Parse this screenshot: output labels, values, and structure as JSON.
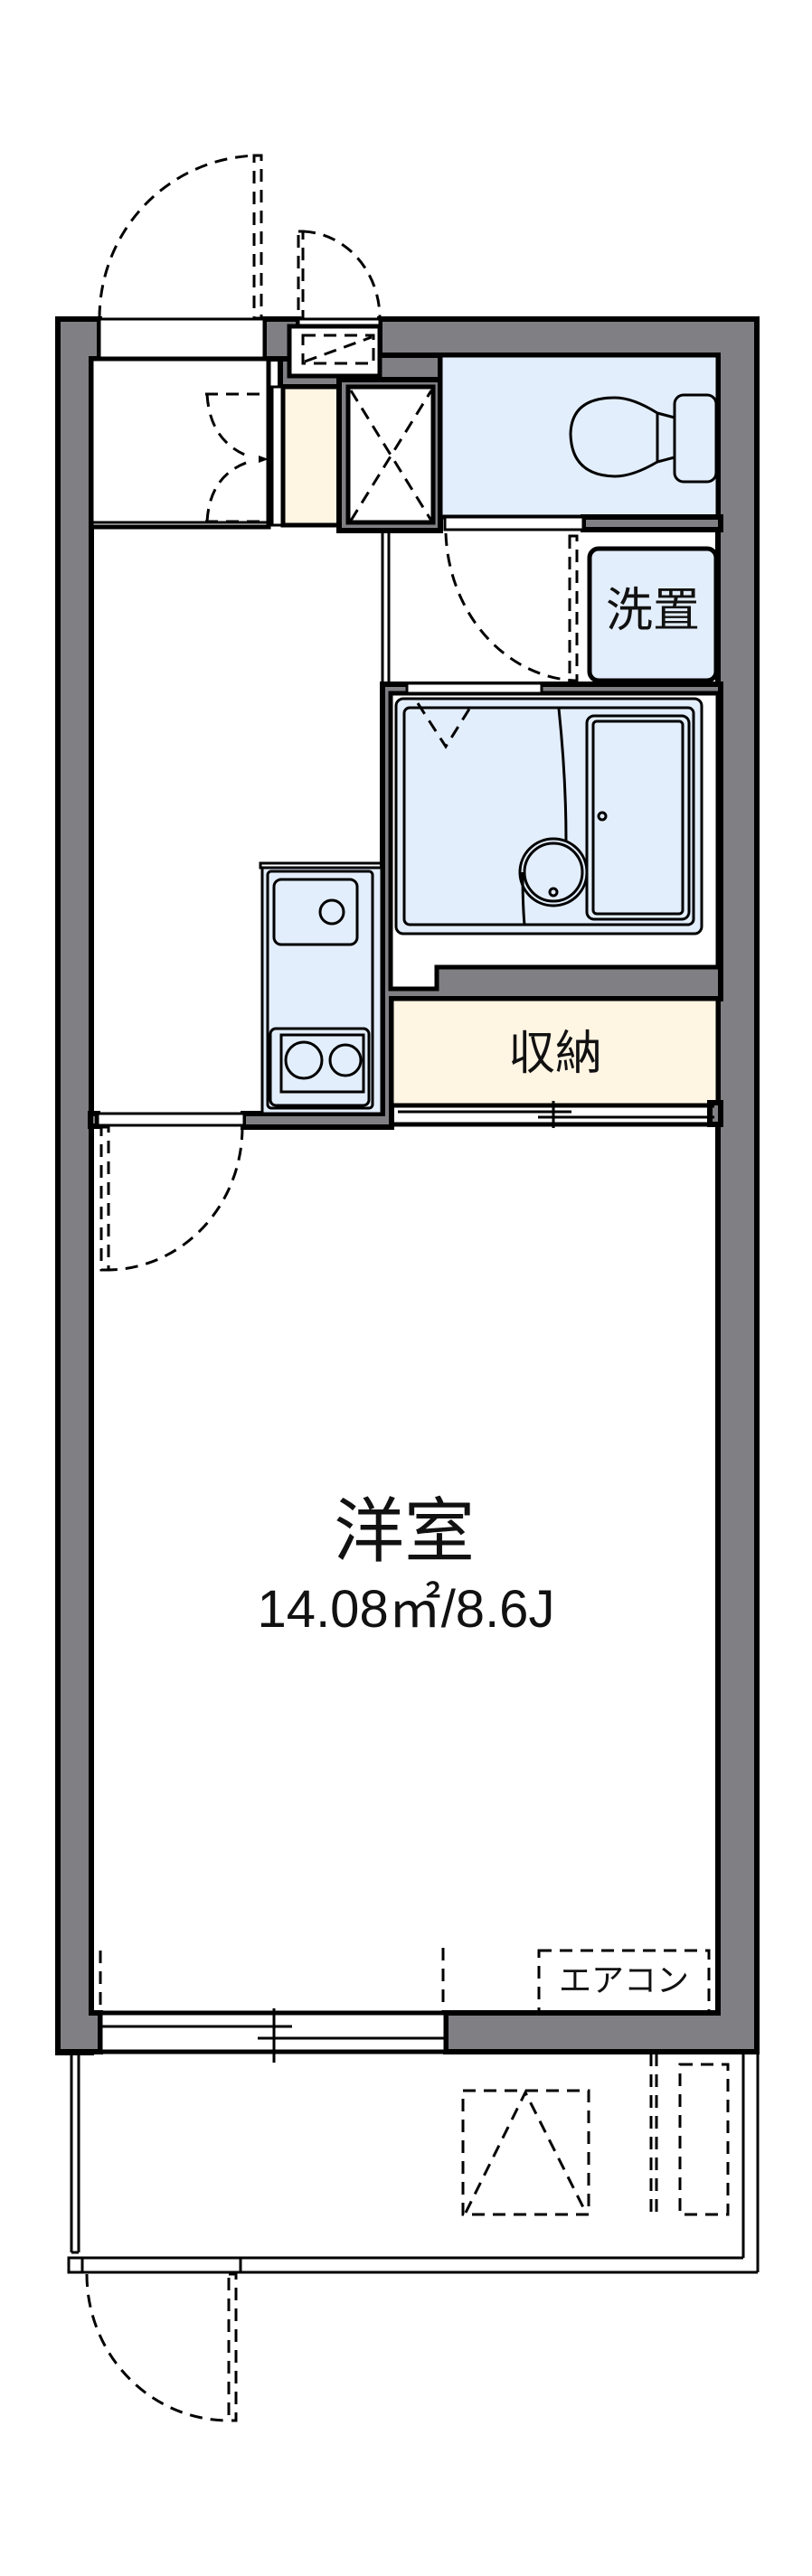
{
  "floorplan": {
    "rooms": [
      {
        "id": "western-room",
        "label": "洋室",
        "area": "14.08㎡/8.6J"
      },
      {
        "id": "storage",
        "label": "収納"
      },
      {
        "id": "laundry",
        "label": "洗置"
      },
      {
        "id": "aircon",
        "label": "エアコン"
      }
    ],
    "colors": {
      "wall": "#808084",
      "wet_area": "#e3eefc",
      "storage": "#fff5e3",
      "line": "#000000"
    }
  }
}
